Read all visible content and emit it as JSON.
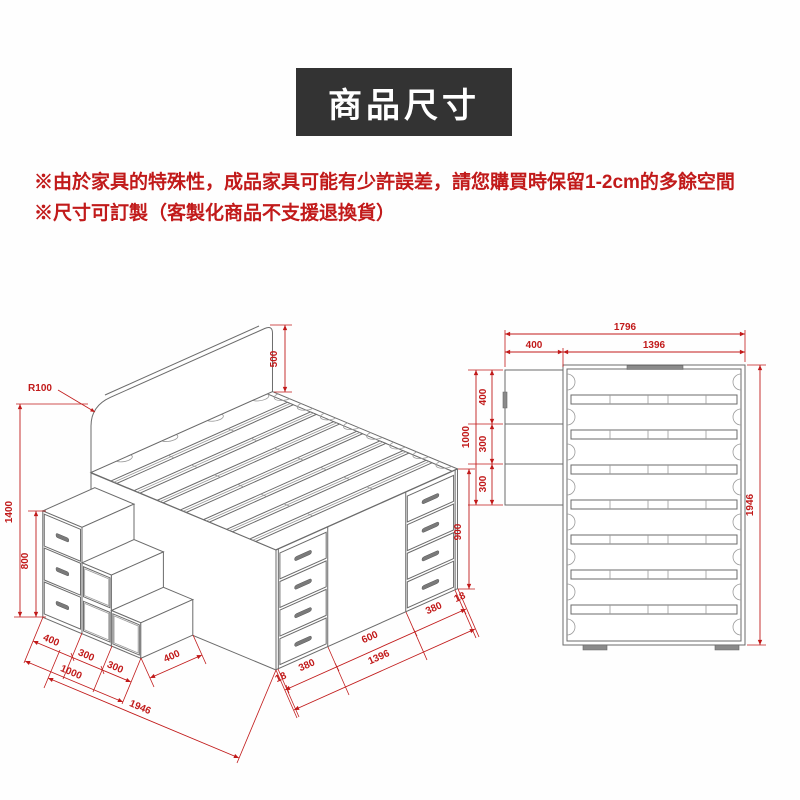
{
  "header": {
    "title": "商品尺寸",
    "bg_color": "#333333",
    "text_color": "#ffffff"
  },
  "notes": {
    "color": "#c11a1a",
    "line1": "※由於家具的特殊性，成品家具可能有少許誤差，請您購買時保留1-2cm的多餘空間",
    "line2": "※尺寸可訂製（客製化商品不支援退換貨）"
  },
  "iso_view": {
    "dims": {
      "radius": "R100",
      "headboard_above_platform": "500",
      "overall_height": "1400",
      "stair_unit_height": "800",
      "platform_height": "900",
      "stair_seg1": "400",
      "stair_seg2": "300",
      "stair_seg3": "300",
      "stair_total": "1000",
      "overall_length": "1946",
      "step_depth": "400",
      "front_edge_left": "18",
      "front_drawer_left": "380",
      "front_center": "600",
      "front_drawer_right": "380",
      "front_edge_right": "18",
      "front_width_total": "1396"
    }
  },
  "top_view": {
    "dims": {
      "overall_width": "1796",
      "side_unit_width": "400",
      "bed_width": "1396",
      "side_seg1": "400",
      "side_seg2": "300",
      "side_seg3": "300",
      "side_total": "1000",
      "overall_length": "1946"
    }
  }
}
